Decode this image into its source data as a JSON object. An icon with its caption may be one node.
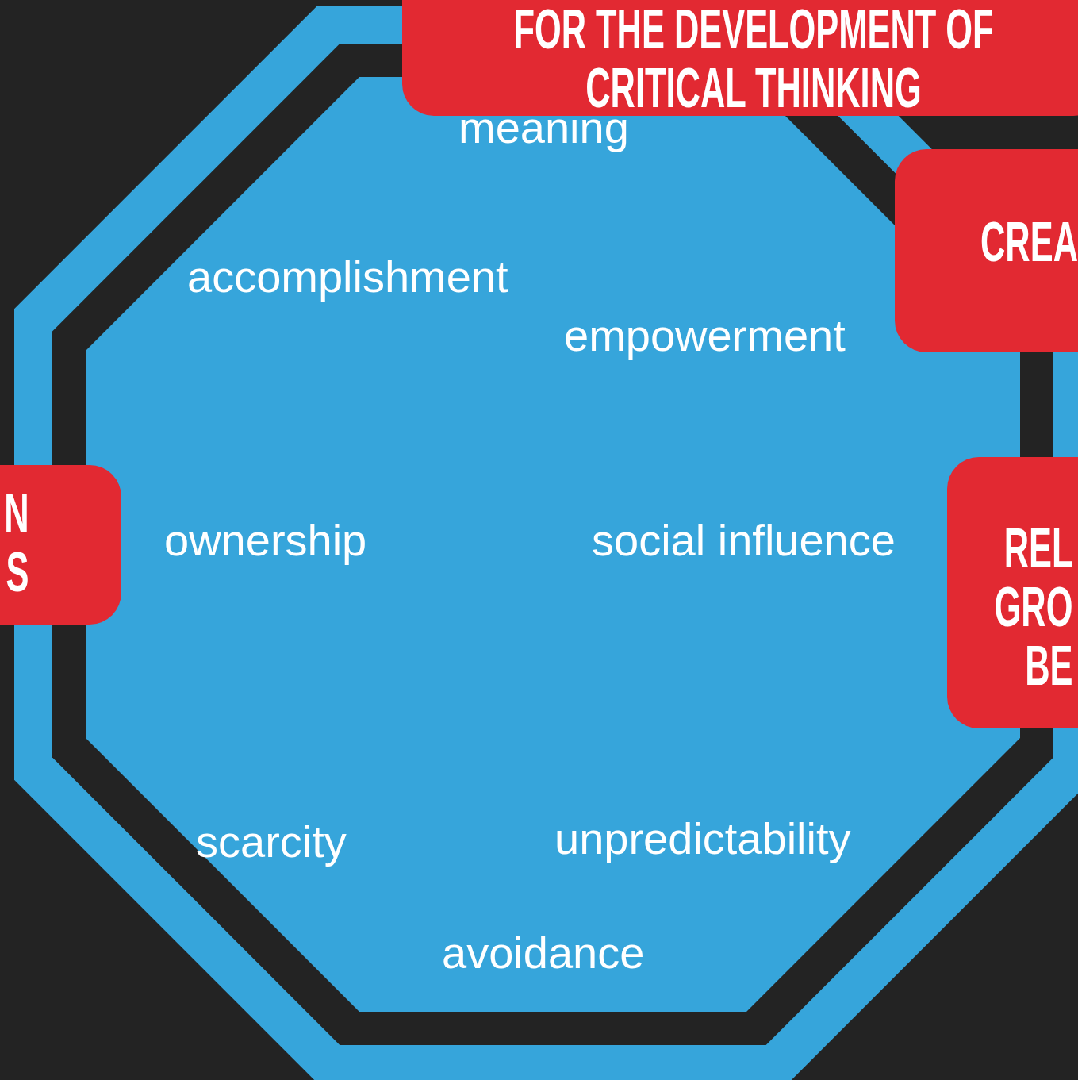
{
  "diagram": {
    "nodes": [
      {
        "text": [
          "meaning",
          "accomplishment",
          "empowerment",
          "ownership",
          "social influence",
          "scarcity",
          "unpredictability",
          "avoidance"
        ]
      },
      {
        "text": [
          "FOR THE DEVELOPMENT OF CRITICAL THINKING"
        ]
      },
      {
        "text": [
          "CREA"
        ]
      },
      {
        "text": [
          "N S"
        ]
      },
      {
        "text": [
          "REL GRO BE"
        ]
      }
    ]
  }
}
